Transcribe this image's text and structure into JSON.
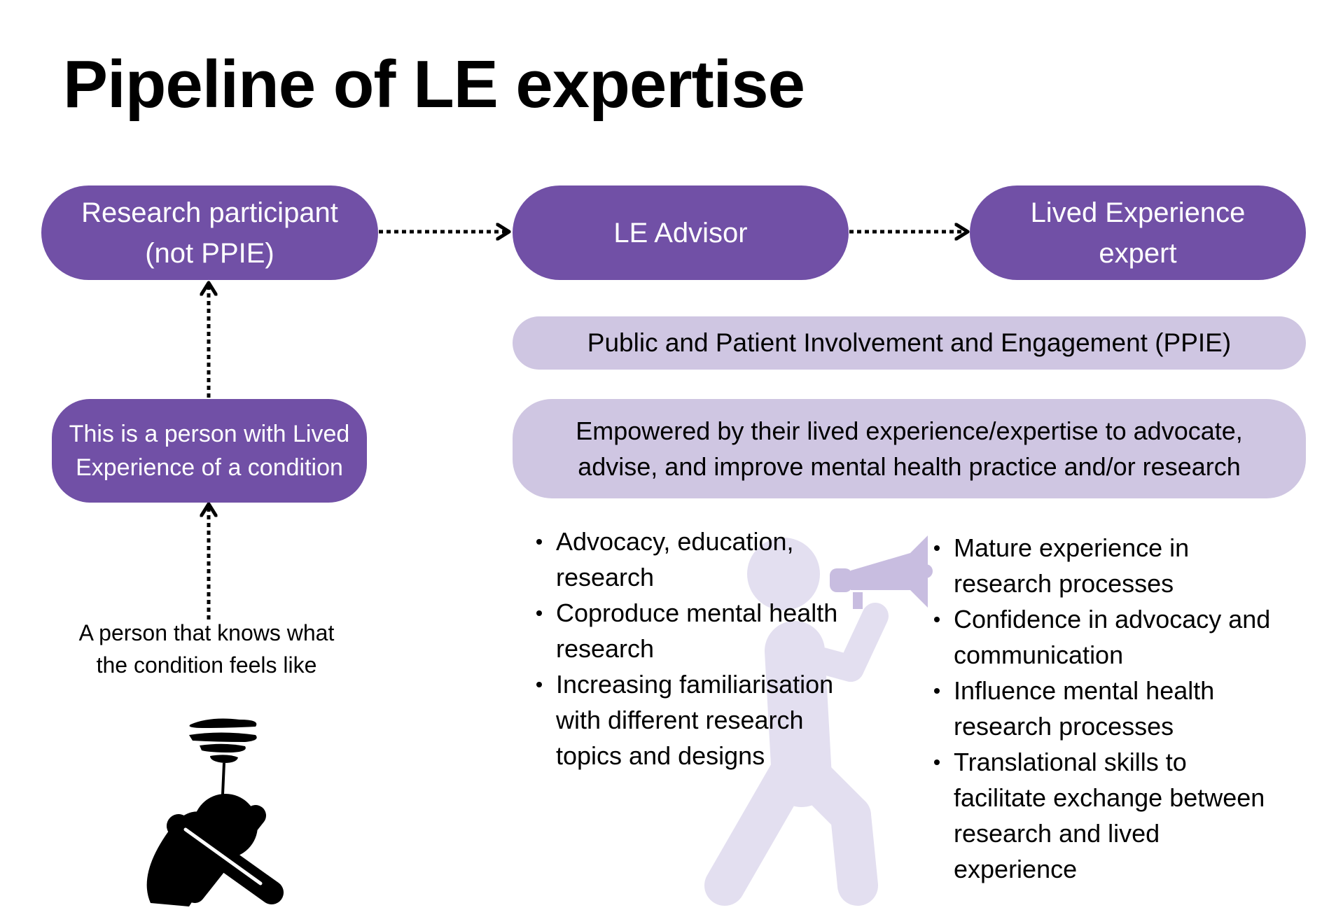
{
  "title": "Pipeline of LE expertise",
  "stages": {
    "participant": [
      "Research participant",
      "(not PPIE)"
    ],
    "advisor": "LE Advisor",
    "expert": [
      "Lived Experience",
      "expert"
    ]
  },
  "person_box": [
    "This is a person with Lived",
    "Experience of a condition"
  ],
  "caption": [
    "A person that knows what",
    "the condition feels like"
  ],
  "ppie_banner": "Public and Patient Involvement and Engagement (PPIE)",
  "empowered_banner": [
    "Empowered by their lived experience/expertise to advocate,",
    "advise, and improve mental health practice and/or research"
  ],
  "advisor_points": [
    [
      "Advocacy, education,",
      "research"
    ],
    [
      "Coproduce mental health",
      "research"
    ],
    [
      "Increasing familiarisation",
      "with different research",
      "topics and designs"
    ]
  ],
  "expert_points": [
    [
      "Mature experience in",
      "research processes"
    ],
    [
      "Confidence in advocacy and",
      "communication"
    ],
    [
      "Influence mental health",
      "research processes"
    ],
    [
      "Translational skills to",
      "facilitate exchange between",
      "research and lived",
      "experience"
    ]
  ],
  "icons": {
    "distressed_person": "distressed-person-icon",
    "megaphone_person": "person-with-megaphone-icon",
    "arrow": "dotted-arrow-icon"
  },
  "colors": {
    "dark_purple": "#7150a6",
    "light_purple": "#cfc6e2",
    "figure_purple": "#e3dff0",
    "megaphone_purple": "#c8bde0"
  }
}
